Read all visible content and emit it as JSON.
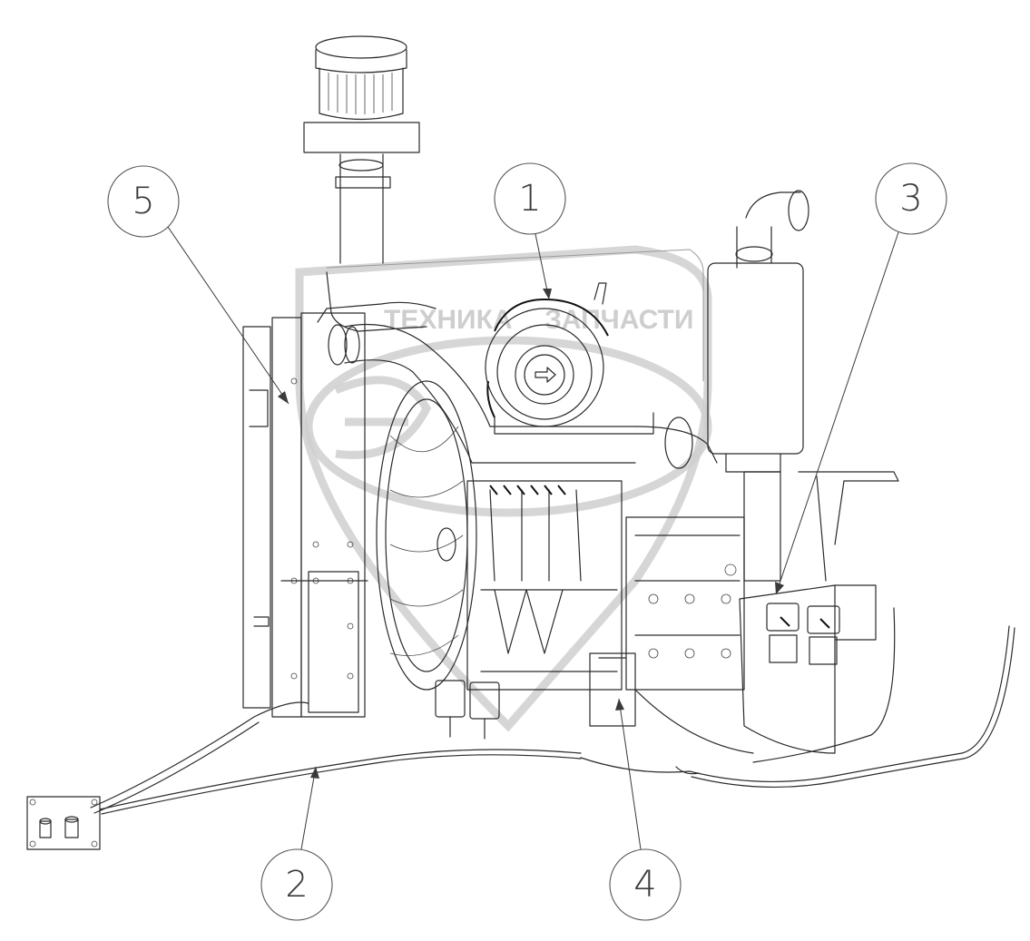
{
  "watermark": {
    "left_text": "ТЕХНИКА",
    "right_text": "ЗАПЧАСТИ"
  },
  "callouts": [
    {
      "id": "1",
      "label": "1",
      "part": "air-cleaner"
    },
    {
      "id": "2",
      "label": "2",
      "part": "harness"
    },
    {
      "id": "3",
      "label": "3",
      "part": "relay-block"
    },
    {
      "id": "4",
      "label": "4",
      "part": "engine-block-sensor"
    },
    {
      "id": "5",
      "label": "5",
      "part": "radiator"
    }
  ],
  "colors": {
    "line": "#2a2a2a",
    "watermark": "#c9c9c9",
    "background": "#ffffff"
  }
}
